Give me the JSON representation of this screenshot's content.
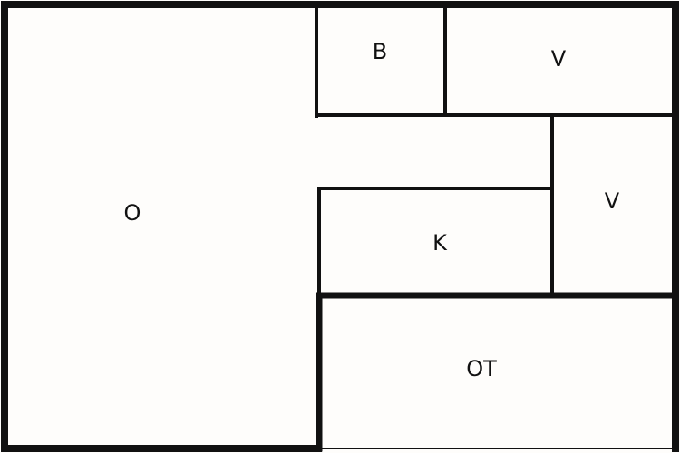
{
  "diagram": {
    "rooms": [
      {
        "id": "room-o",
        "label": "O"
      },
      {
        "id": "room-b",
        "label": "B"
      },
      {
        "id": "room-v-top",
        "label": "V"
      },
      {
        "id": "room-v-right",
        "label": "V"
      },
      {
        "id": "room-k",
        "label": "K"
      },
      {
        "id": "room-ot",
        "label": "OT"
      }
    ]
  }
}
